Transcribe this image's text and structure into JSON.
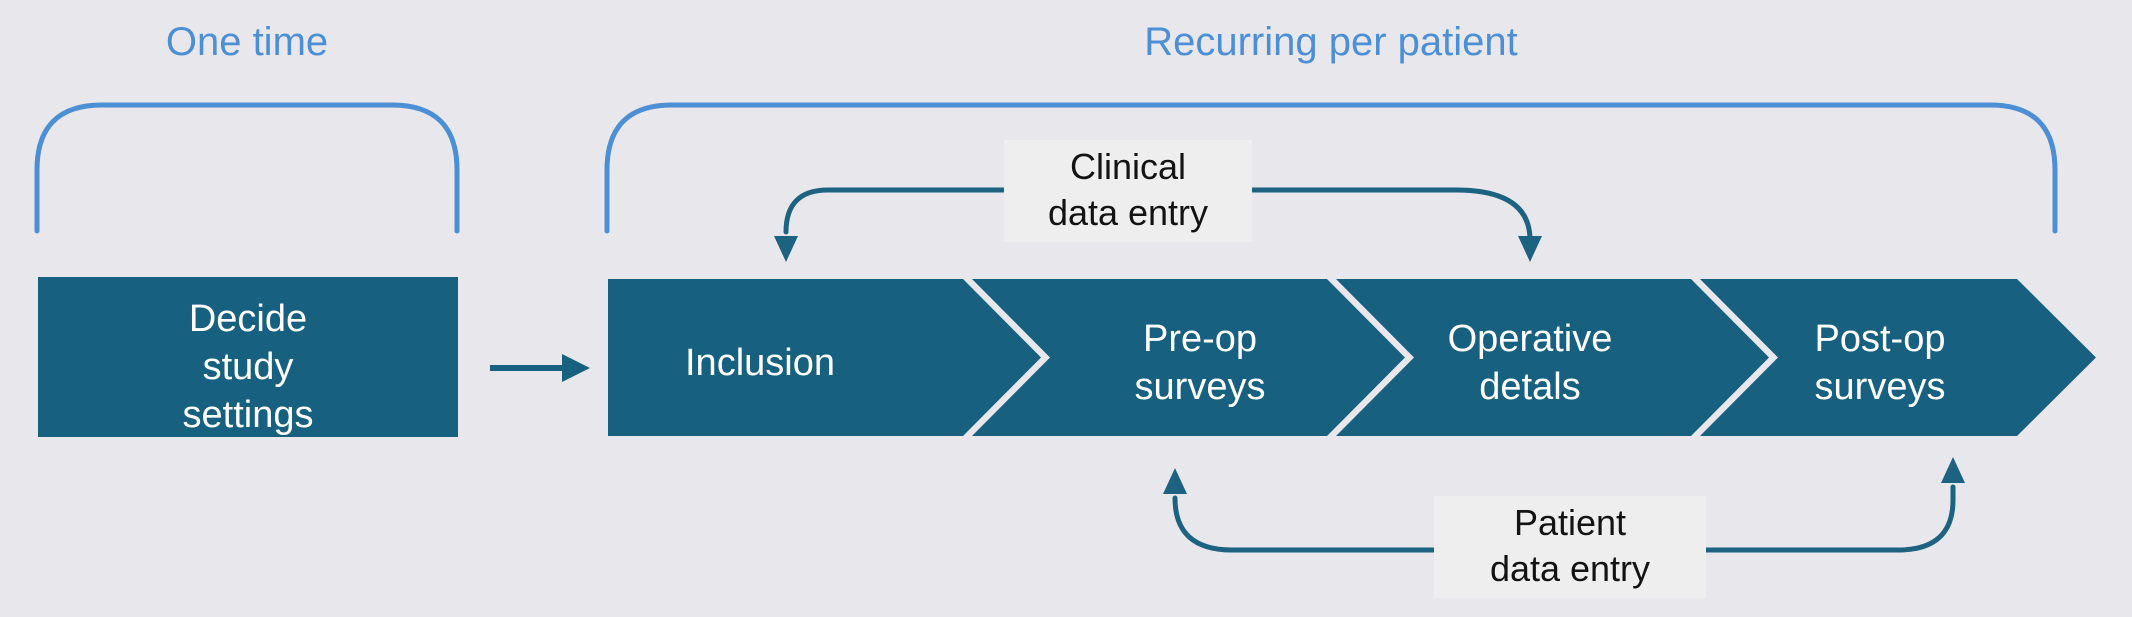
{
  "diagram": {
    "title_hidden": "",
    "background_color": "#e8e8ec",
    "accent_primary": "#17607f",
    "accent_secondary": "#4c8fd4",
    "label_chip_color": "#eeeeee"
  },
  "groups": {
    "one_time": {
      "label": "One time"
    },
    "recurring": {
      "label": "Recurring per patient"
    }
  },
  "setup_box": {
    "label": "Decide\nstudy\nsettings"
  },
  "connector": {
    "name": "arrow-right-icon"
  },
  "process_flow": {
    "stages": [
      {
        "label": "Inclusion"
      },
      {
        "label": "Pre-op\nsurveys"
      },
      {
        "label": "Operative\ndetals"
      },
      {
        "label": "Post-op\nsurveys"
      }
    ]
  },
  "loops": {
    "clinical": {
      "label": "Clinical\ndata entry"
    },
    "patient": {
      "label": "Patient\ndata entry"
    }
  }
}
